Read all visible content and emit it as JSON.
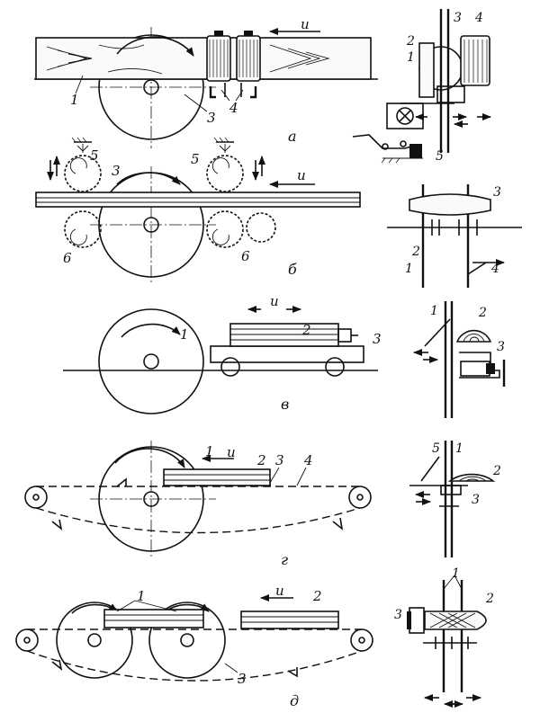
{
  "panels": [
    {
      "letter": "а",
      "feed": "u",
      "numbers": [
        "1",
        "3",
        "4"
      ],
      "side_numbers": [
        "2",
        "1",
        "3",
        "4",
        "5"
      ]
    },
    {
      "letter": "б",
      "feed": "u",
      "numbers": [
        "5",
        "3",
        "5",
        "6",
        "6"
      ],
      "side_numbers": [
        "3",
        "2",
        "1",
        "4"
      ]
    },
    {
      "letter": "в",
      "feed": "u",
      "numbers": [
        "1",
        "2",
        "3"
      ],
      "side_numbers": [
        "1",
        "2",
        "3"
      ]
    },
    {
      "letter": "г",
      "feed": "u",
      "numbers": [
        "1",
        "2",
        "3",
        "4"
      ],
      "side_numbers": [
        "5",
        "1",
        "2",
        "3"
      ]
    },
    {
      "letter": "д",
      "feed": "u",
      "numbers": [
        "1",
        "2",
        "3"
      ],
      "side_numbers": [
        "1",
        "3",
        "2"
      ]
    }
  ]
}
